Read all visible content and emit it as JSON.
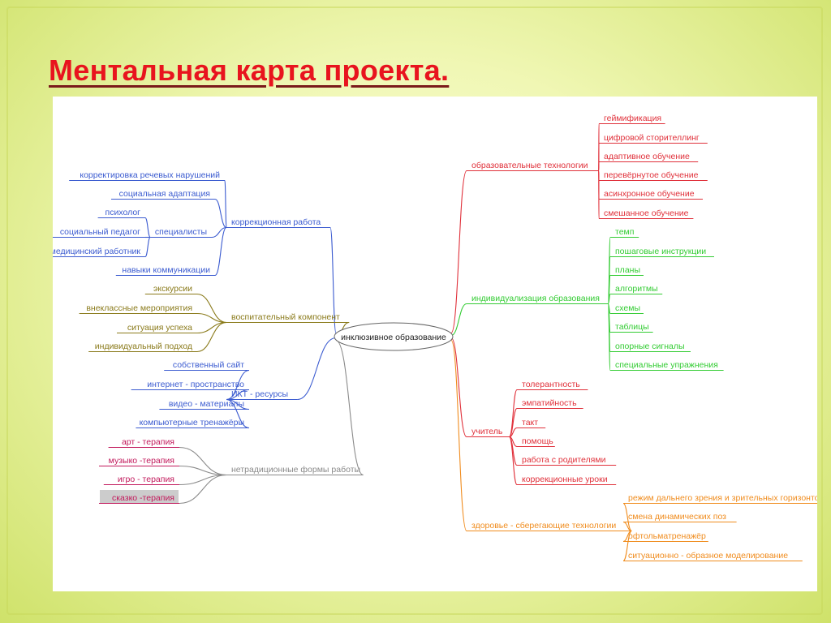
{
  "slide_title": "Ментальная карта проекта.",
  "colors": {
    "blue": "#3b5bd0",
    "olive": "#8a7a1a",
    "magenta": "#c2185b",
    "gray": "#8a8a8a",
    "red": "#e0303a",
    "green": "#33cc33",
    "orange": "#f08c1e",
    "center_border": "#666666",
    "highlight": "#cccccc"
  },
  "mindmap": {
    "center": "инклюзивное образование",
    "left": [
      {
        "label": "коррекционная работа",
        "color": "blue",
        "children": [
          {
            "label": "корректировка речевых нарушений"
          },
          {
            "label": "социальная адаптация"
          },
          {
            "label": "специалисты",
            "children": [
              {
                "label": "психолог"
              },
              {
                "label": "социальный педагог"
              },
              {
                "label": "медицинский работник"
              }
            ]
          },
          {
            "label": "навыки коммуникации"
          }
        ]
      },
      {
        "label": "воспитательный компонент",
        "color": "olive",
        "children": [
          {
            "label": "экскурсии"
          },
          {
            "label": "внеклассные мероприятия"
          },
          {
            "label": "ситуация успеха"
          },
          {
            "label": "индивидуальный подход"
          }
        ]
      },
      {
        "label": "ИКТ - ресурсы",
        "color": "blue",
        "children": [
          {
            "label": "собственный сайт"
          },
          {
            "label": "интернет - пространство"
          },
          {
            "label": "видео - материалы"
          },
          {
            "label": "компьютерные тренажёры"
          }
        ]
      },
      {
        "label": "нетрадиционные формы работы",
        "color": "gray",
        "children": [
          {
            "label": "арт - терапия",
            "color": "magenta"
          },
          {
            "label": "музыко -терапия",
            "color": "magenta"
          },
          {
            "label": "игро - терапия",
            "color": "magenta"
          },
          {
            "label": "сказко -терапия",
            "color": "magenta",
            "highlight": true
          }
        ]
      }
    ],
    "right": [
      {
        "label": "образовательные технологии",
        "color": "red",
        "children": [
          {
            "label": "геймификация"
          },
          {
            "label": "цифровой сторителлинг"
          },
          {
            "label": "адаптивное обучение"
          },
          {
            "label": "перевёрнутое обучение"
          },
          {
            "label": "асинхронное обучение"
          },
          {
            "label": "смешанное обучение"
          }
        ]
      },
      {
        "label": "индивидуализация образования",
        "color": "green",
        "children": [
          {
            "label": "темп"
          },
          {
            "label": "пошаговые инструкции"
          },
          {
            "label": "планы"
          },
          {
            "label": "алгоритмы"
          },
          {
            "label": "схемы"
          },
          {
            "label": "таблицы"
          },
          {
            "label": "опорные сигналы"
          },
          {
            "label": "специальные упражнения"
          }
        ]
      },
      {
        "label": "учитель",
        "color": "red",
        "children": [
          {
            "label": "толерантность"
          },
          {
            "label": "эмпатийность"
          },
          {
            "label": "такт"
          },
          {
            "label": "помощь"
          },
          {
            "label": "работа с родителями"
          },
          {
            "label": "коррекционные уроки"
          }
        ]
      },
      {
        "label": "здоровье - сберегающие технологии",
        "color": "orange",
        "children": [
          {
            "label": "режим дальнего зрения и зрительных горизонтов"
          },
          {
            "label": "смена динамических поз"
          },
          {
            "label": "офтольматренажёр"
          },
          {
            "label": "ситуационно - образное моделирование"
          }
        ]
      }
    ]
  }
}
